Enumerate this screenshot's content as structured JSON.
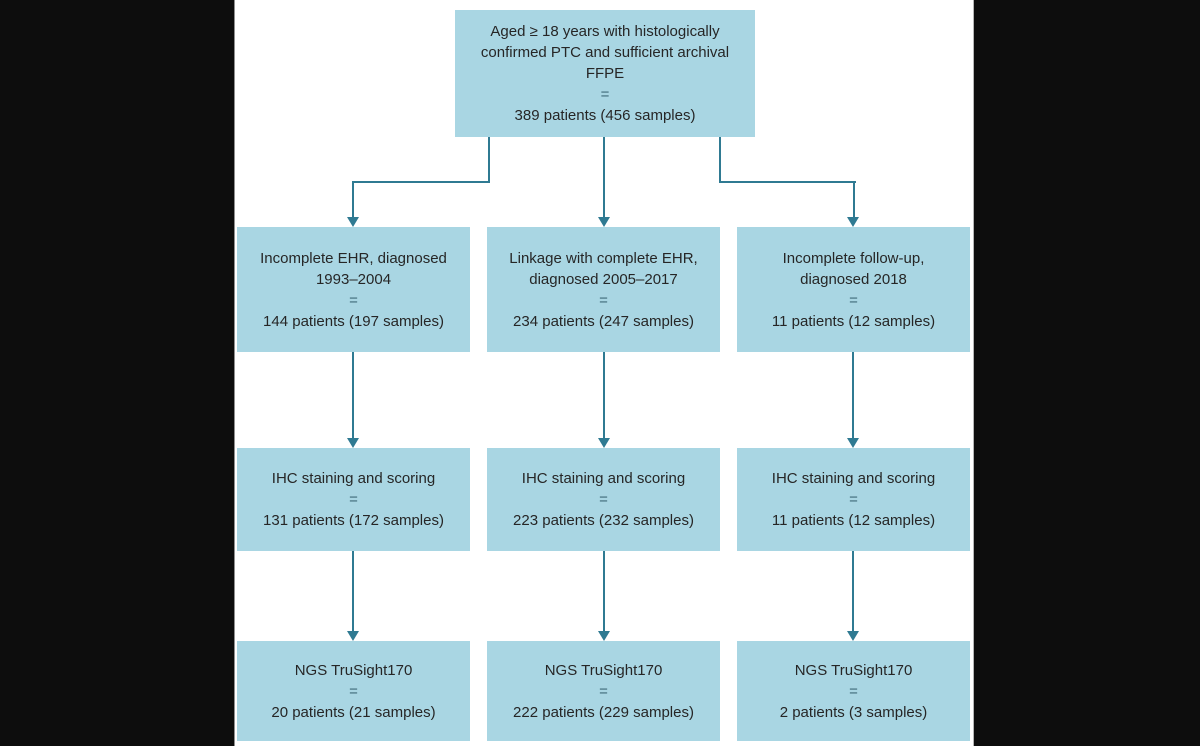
{
  "colors": {
    "background": "#0d0d0d",
    "panel": "#ffffff",
    "box_fill": "#a9d6e3",
    "connector": "#2f7a92",
    "text": "#262626"
  },
  "flowchart": {
    "top": {
      "title": "Aged ≥ 18 years with histologically\nconfirmed PTC and sufficient archival\nFFPE",
      "eq": "=",
      "count": "389 patients (456 samples)"
    },
    "columns": [
      {
        "name": "left",
        "boxes": [
          {
            "title": "Incomplete EHR, diagnosed\n1993–2004",
            "eq": "=",
            "count": "144 patients (197 samples)"
          },
          {
            "title": "IHC staining and scoring",
            "eq": "=",
            "count": "131 patients (172 samples)"
          },
          {
            "title": "NGS TruSight170",
            "eq": "=",
            "count": "20 patients (21 samples)"
          }
        ]
      },
      {
        "name": "middle",
        "boxes": [
          {
            "title": "Linkage with complete EHR,\ndiagnosed 2005–2017",
            "eq": "=",
            "count": "234 patients (247 samples)"
          },
          {
            "title": "IHC staining and scoring",
            "eq": "=",
            "count": "223 patients (232 samples)"
          },
          {
            "title": "NGS TruSight170",
            "eq": "=",
            "count": "222 patients (229 samples)"
          }
        ]
      },
      {
        "name": "right",
        "boxes": [
          {
            "title": "Incomplete follow-up,\ndiagnosed 2018",
            "eq": "=",
            "count": "11 patients (12 samples)"
          },
          {
            "title": "IHC staining and scoring",
            "eq": "=",
            "count": "11 patients (12 samples)"
          },
          {
            "title": "NGS TruSight170",
            "eq": "=",
            "count": "2 patients (3 samples)"
          }
        ]
      }
    ]
  }
}
